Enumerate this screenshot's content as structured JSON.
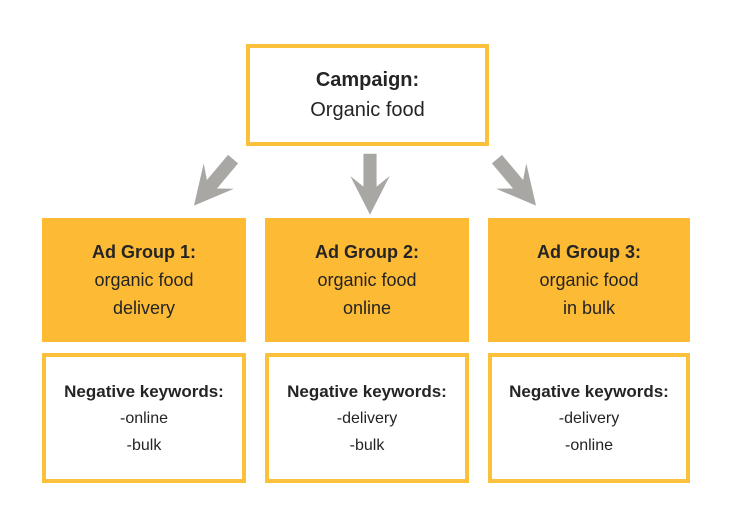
{
  "colors": {
    "accent": "#FCC13C",
    "fill": "#FDBA34",
    "arrow": "#A9A7A3",
    "text": "#242424",
    "background": "#FFFFFF"
  },
  "campaign": {
    "title": "Campaign:",
    "subtitle": "Organic food"
  },
  "arrows": [
    {
      "name": "arrow-down-left"
    },
    {
      "name": "arrow-down"
    },
    {
      "name": "arrow-down-right"
    }
  ],
  "ad_groups": [
    {
      "title": "Ad Group 1:",
      "lines": [
        "organic food",
        "delivery"
      ],
      "negative": {
        "title": "Negative keywords:",
        "items": [
          "-online",
          "-bulk"
        ]
      }
    },
    {
      "title": "Ad Group 2:",
      "lines": [
        "organic food",
        "online"
      ],
      "negative": {
        "title": "Negative keywords:",
        "items": [
          "-delivery",
          "-bulk"
        ]
      }
    },
    {
      "title": "Ad Group 3:",
      "lines": [
        "organic food",
        "in bulk"
      ],
      "negative": {
        "title": "Negative keywords:",
        "items": [
          "-delivery",
          "-online"
        ]
      }
    }
  ]
}
